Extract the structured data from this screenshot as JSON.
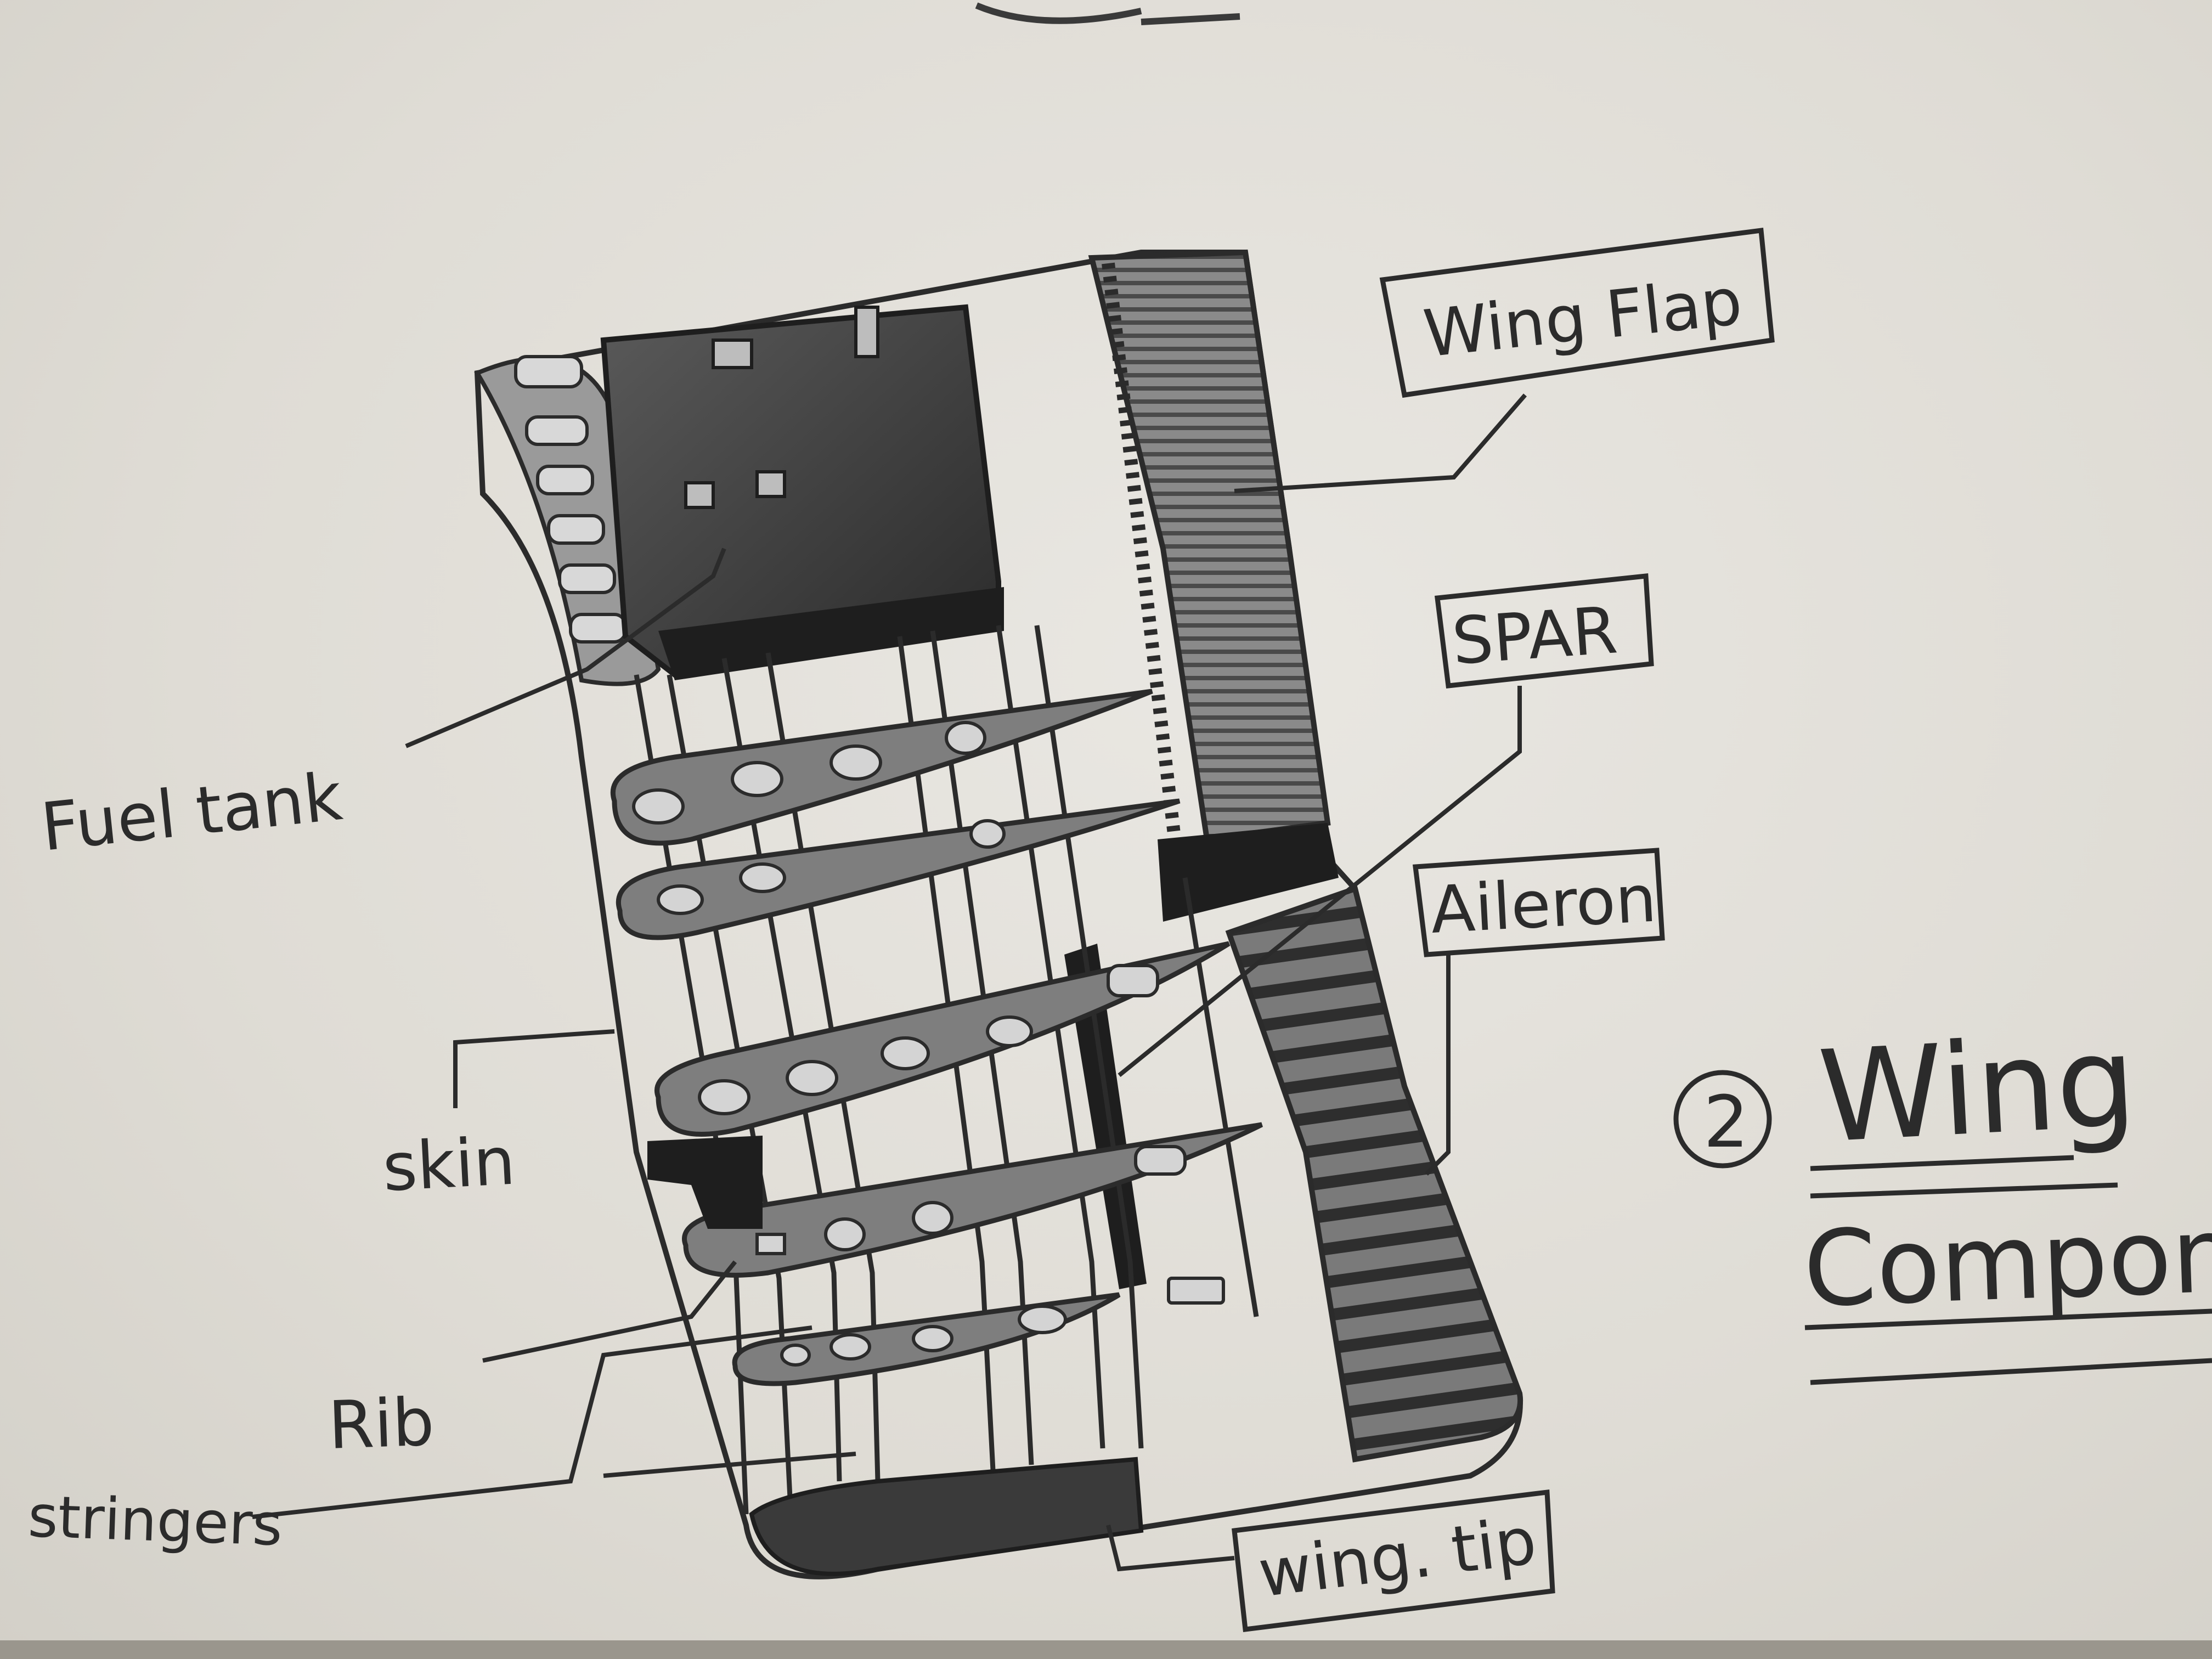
{
  "diagram": {
    "labels": {
      "wing_flap": "Wing Flap",
      "spar": "SPAR",
      "aileron": "Aileron",
      "fuel_tank": "Fuel tank",
      "skin": "skin",
      "rib": "Rib",
      "stringers": "stringers",
      "wing_tip": "wing. tip"
    },
    "title": {
      "number": "2",
      "main": "Wing",
      "sub": "Components"
    }
  },
  "colors": {
    "paper": "#e4e1db",
    "pencil": "#2b2b2b",
    "shade_dark": "#3a3a3a",
    "shade_mid": "#6b6b6b"
  }
}
